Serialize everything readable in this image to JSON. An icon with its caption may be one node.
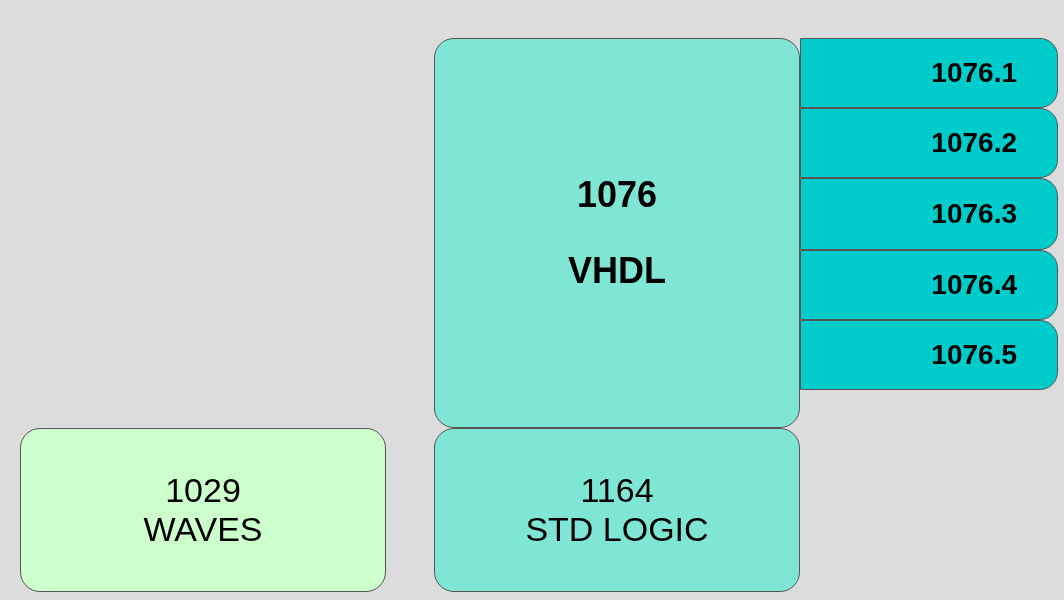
{
  "diagram": {
    "nodes": [
      {
        "text": [
          "1076",
          "VHDL"
        ]
      },
      {
        "text": [
          "1076.1"
        ]
      },
      {
        "text": [
          "1076.2"
        ]
      },
      {
        "text": [
          "1076.3"
        ]
      },
      {
        "text": [
          "1076.4"
        ]
      },
      {
        "text": [
          "1076.5"
        ]
      },
      {
        "text": [
          "1029",
          "WAVES"
        ]
      },
      {
        "text": [
          "1164",
          "STD LOGIC"
        ]
      }
    ]
  }
}
